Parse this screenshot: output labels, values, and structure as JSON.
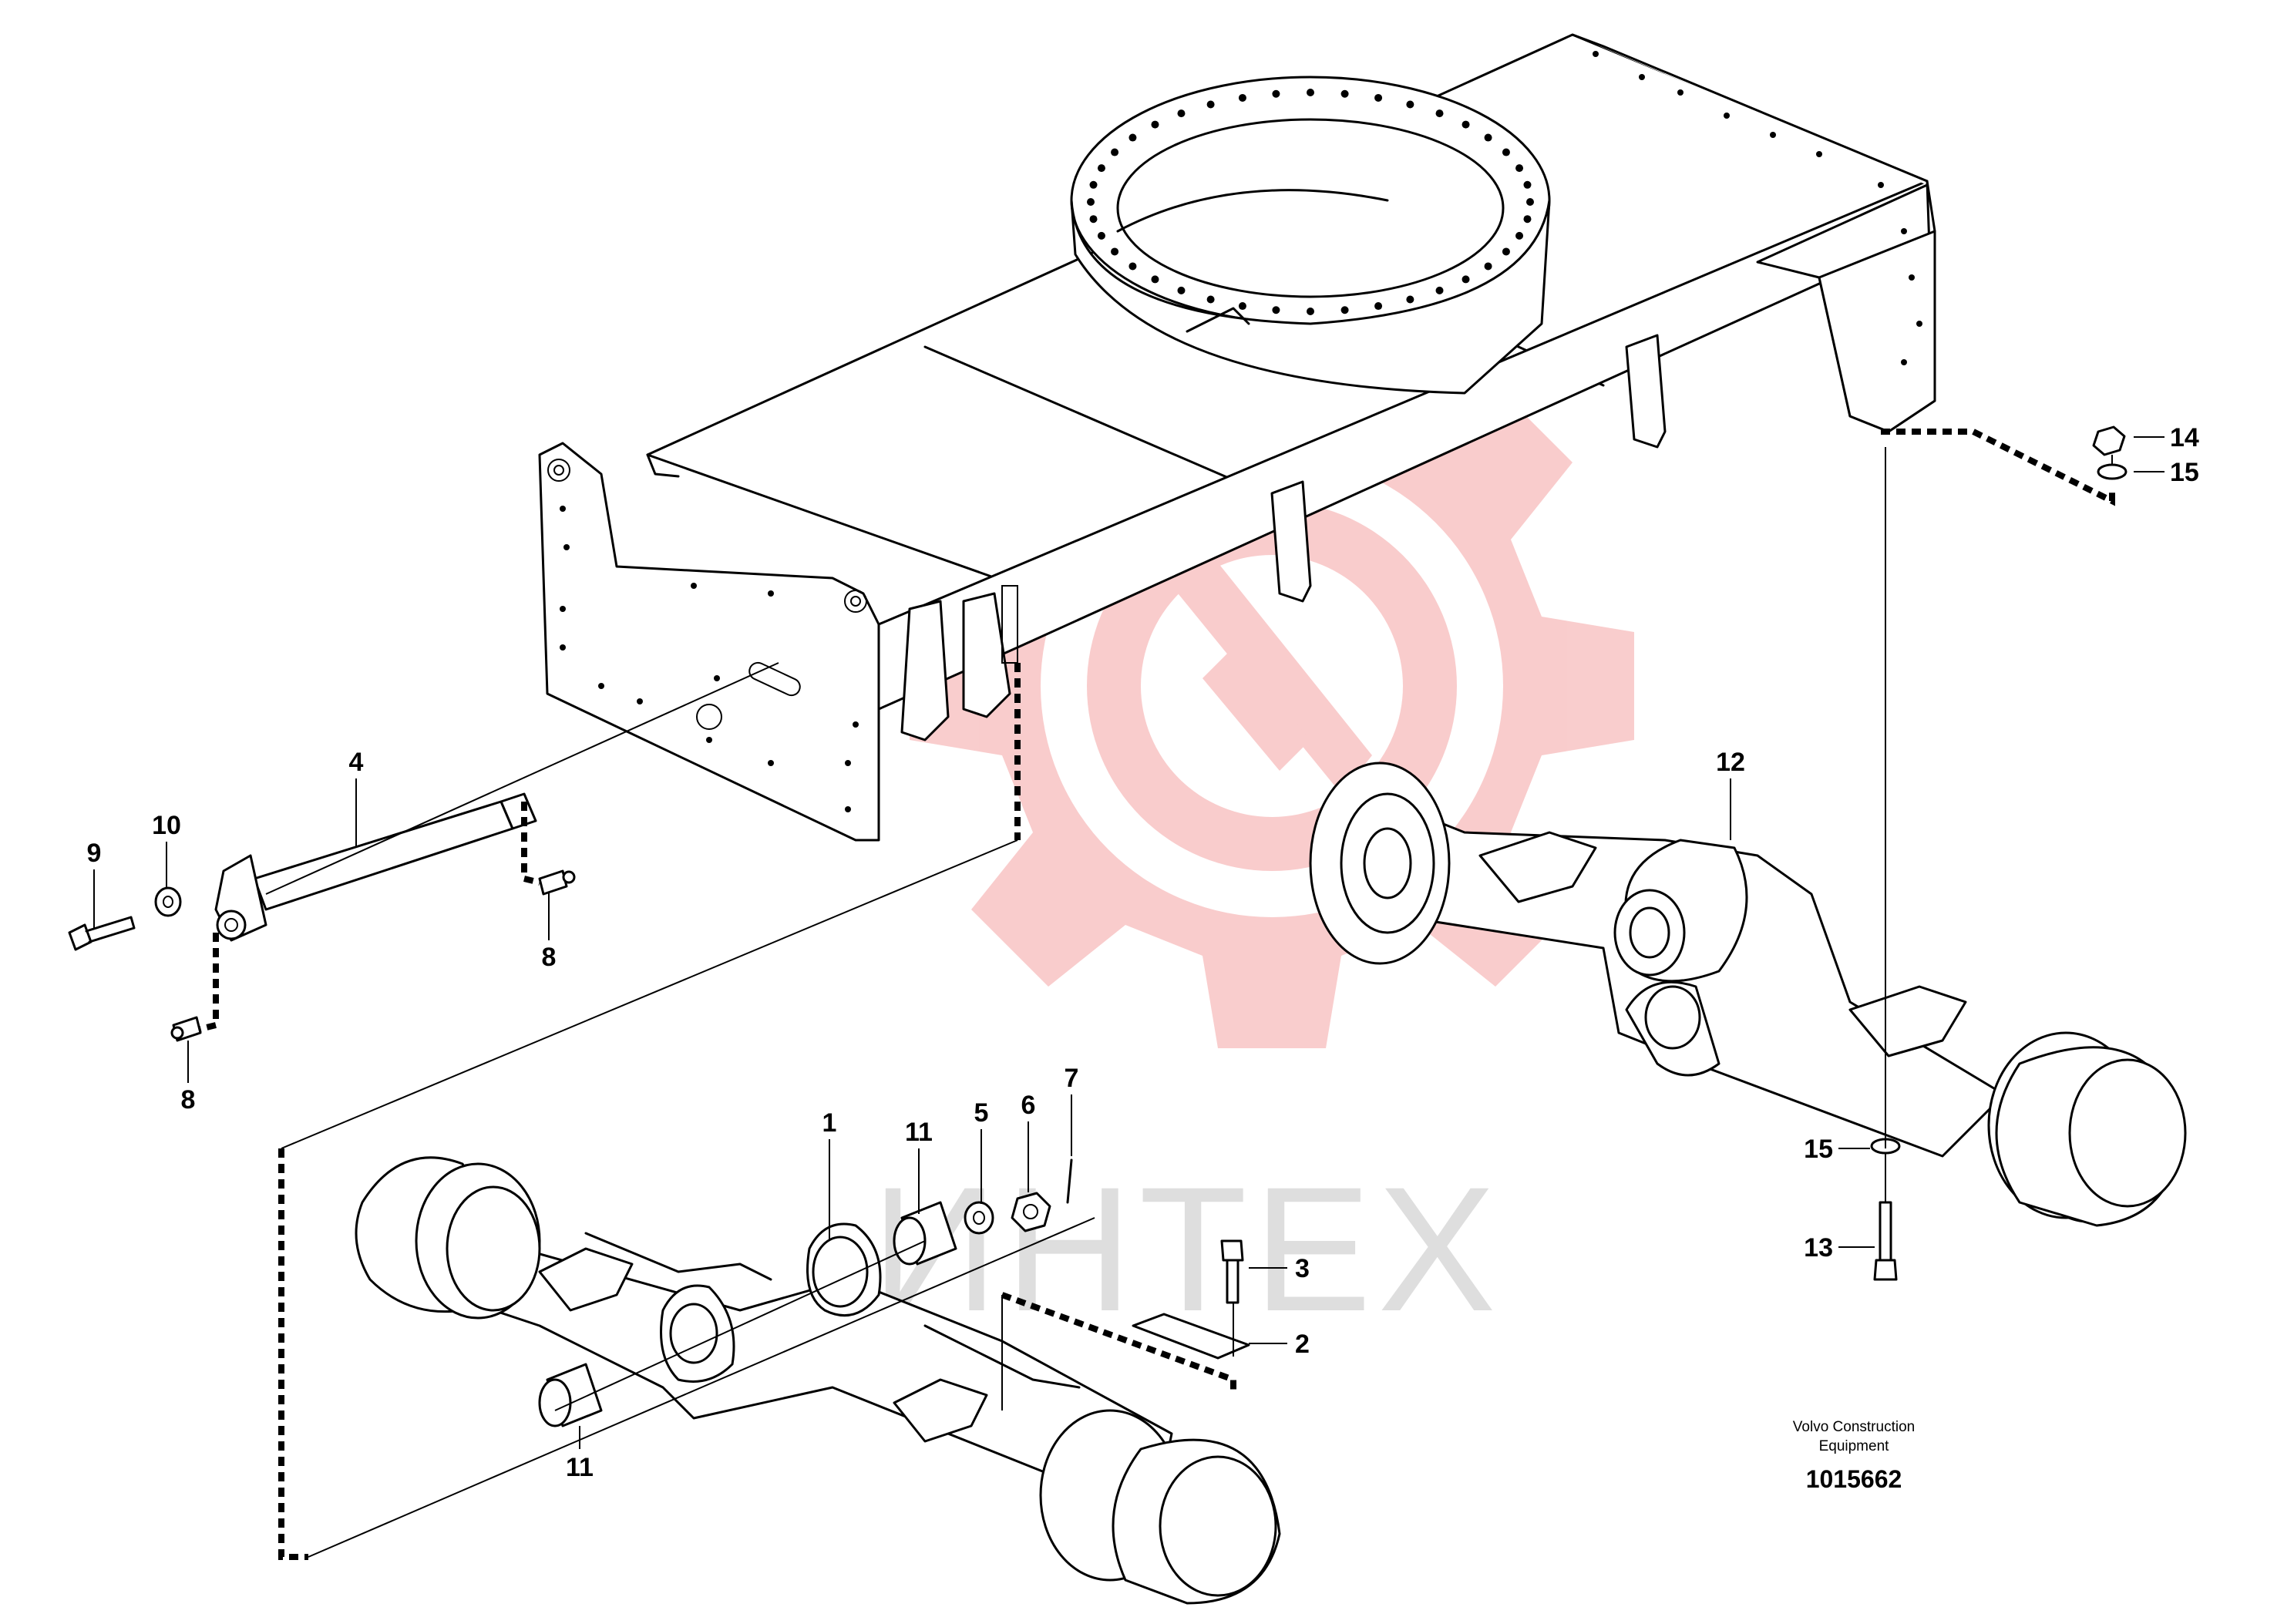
{
  "diagram": {
    "callouts": [
      {
        "id": "c1",
        "label": "1"
      },
      {
        "id": "c2",
        "label": "2"
      },
      {
        "id": "c3",
        "label": "3"
      },
      {
        "id": "c4",
        "label": "4"
      },
      {
        "id": "c5",
        "label": "5"
      },
      {
        "id": "c6",
        "label": "6"
      },
      {
        "id": "c7",
        "label": "7"
      },
      {
        "id": "c8a",
        "label": "8"
      },
      {
        "id": "c8b",
        "label": "8"
      },
      {
        "id": "c9",
        "label": "9"
      },
      {
        "id": "c10",
        "label": "10"
      },
      {
        "id": "c11a",
        "label": "11"
      },
      {
        "id": "c11b",
        "label": "11"
      },
      {
        "id": "c12",
        "label": "12"
      },
      {
        "id": "c13",
        "label": "13"
      },
      {
        "id": "c14",
        "label": "14"
      },
      {
        "id": "c15a",
        "label": "15"
      },
      {
        "id": "c15b",
        "label": "15"
      }
    ],
    "manufacturer_line1": "Volvo Construction",
    "manufacturer_line2": "Equipment",
    "document_number": "1015662"
  },
  "watermark": {
    "text": "ИНТЕХ",
    "gear_color": "#f8c4c4",
    "text_color": "#dedede"
  }
}
